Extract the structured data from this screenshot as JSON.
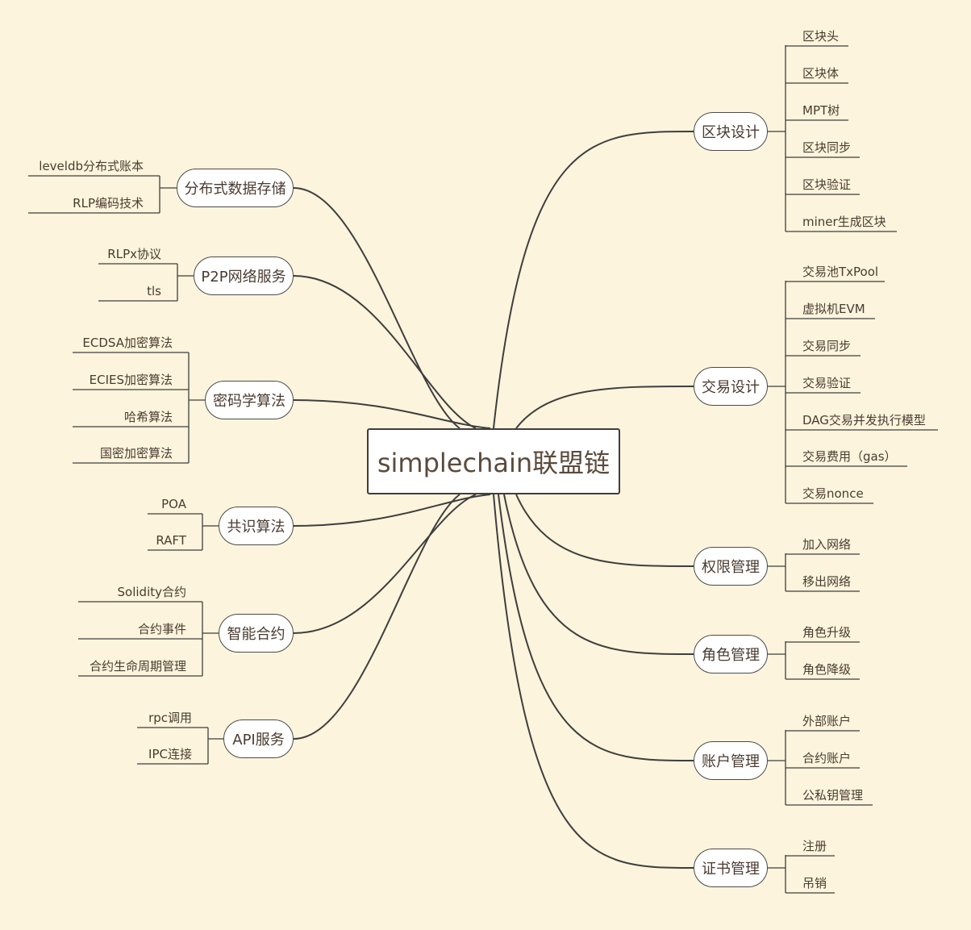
{
  "root": {
    "label": "simplechain联盟链"
  },
  "left_branches": [
    {
      "label": "分布式数据存储",
      "children": [
        "leveldb分布式账本",
        "RLP编码技术"
      ]
    },
    {
      "label": "P2P网络服务",
      "children": [
        "RLPx协议",
        "tls"
      ]
    },
    {
      "label": "密码学算法",
      "children": [
        "ECDSA加密算法",
        "ECIES加密算法",
        "哈希算法",
        "国密加密算法"
      ]
    },
    {
      "label": "共识算法",
      "children": [
        "POA",
        "RAFT"
      ]
    },
    {
      "label": "智能合约",
      "children": [
        "Solidity合约",
        "合约事件",
        "合约生命周期管理"
      ]
    },
    {
      "label": "API服务",
      "children": [
        "rpc调用",
        "IPC连接"
      ]
    }
  ],
  "right_branches": [
    {
      "label": "区块设计",
      "children": [
        "区块头",
        "区块体",
        "MPT树",
        "区块同步",
        "区块验证",
        "miner生成区块"
      ]
    },
    {
      "label": "交易设计",
      "children": [
        "交易池TxPool",
        "虚拟机EVM",
        "交易同步",
        "交易验证",
        "DAG交易并发执行模型",
        "交易费用（gas）",
        "交易nonce"
      ]
    },
    {
      "label": "权限管理",
      "children": [
        "加入网络",
        "移出网络"
      ]
    },
    {
      "label": "角色管理",
      "children": [
        "角色升级",
        "角色降级"
      ]
    },
    {
      "label": "账户管理",
      "children": [
        "外部账户",
        "合约账户",
        "公私钥管理"
      ]
    },
    {
      "label": "证书管理",
      "children": [
        "注册",
        "吊销"
      ]
    }
  ]
}
